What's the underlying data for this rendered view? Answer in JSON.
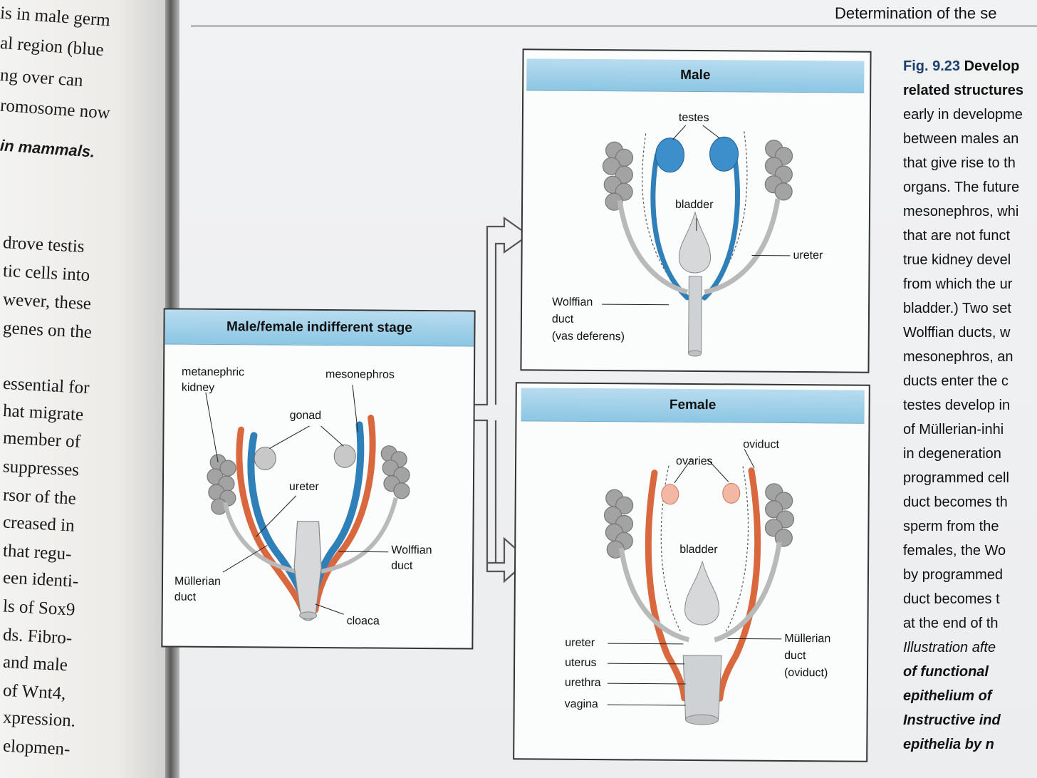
{
  "running_head": "Determination of the se",
  "left_page": {
    "lines": [
      {
        "text": "is in male germ",
        "style": "serif"
      },
      {
        "text": "al region (blue",
        "style": "serif"
      },
      {
        "text": "ng over can",
        "style": "serif"
      },
      {
        "text": "romosome now",
        "style": "serif"
      },
      {
        "text": "in mammals.",
        "style": "bolditalic"
      },
      {
        "text": "drove testis",
        "style": "serif"
      },
      {
        "text": "tic cells into",
        "style": "serif"
      },
      {
        "text": "wever, these",
        "style": "serif"
      },
      {
        "text": "genes on the",
        "style": "serif"
      },
      {
        "text": "essential for",
        "style": "serif"
      },
      {
        "text": "hat migrate",
        "style": "serif"
      },
      {
        "text": "member of",
        "style": "serif"
      },
      {
        "text": "suppresses",
        "style": "serif"
      },
      {
        "text": "rsor of the",
        "style": "serif"
      },
      {
        "text": "creased in",
        "style": "serif"
      },
      {
        "text": "that regu-",
        "style": "serif"
      },
      {
        "text": "een identi-",
        "style": "serif"
      },
      {
        "text": "ls of Sox9",
        "style": "serif"
      },
      {
        "text": "ds. Fibro-",
        "style": "serif"
      },
      {
        "text": "and male",
        "style": "serif"
      },
      {
        "text": "of Wnt4,",
        "style": "serif"
      },
      {
        "text": "xpression.",
        "style": "serif"
      },
      {
        "text": "elopmen-",
        "style": "serif"
      }
    ]
  },
  "panels": {
    "indifferent": {
      "title": "Male/female indifferent stage",
      "labels": {
        "metanephric": "metanephric",
        "kidney": "kidney",
        "mesonephros": "mesonephros",
        "gonad": "gonad",
        "ureter": "ureter",
        "wolffian_1": "Wolffian",
        "wolffian_2": "duct",
        "mullerian_1": "Müllerian",
        "mullerian_2": "duct",
        "cloaca": "cloaca"
      }
    },
    "male": {
      "title": "Male",
      "labels": {
        "testes": "testes",
        "bladder": "bladder",
        "ureter": "ureter",
        "wolffian_1": "Wolffian",
        "wolffian_2": "duct",
        "wolffian_3": "(vas deferens)"
      }
    },
    "female": {
      "title": "Female",
      "labels": {
        "oviduct": "oviduct",
        "ovaries": "ovaries",
        "bladder": "bladder",
        "ureter": "ureter",
        "uterus": "uterus",
        "urethra": "urethra",
        "vagina": "vagina",
        "mullerian_1": "Müllerian",
        "mullerian_2": "duct",
        "mullerian_3": "(oviduct)"
      }
    }
  },
  "caption": {
    "fig_number": "Fig. 9.23",
    "lines": [
      {
        "text": "Develop",
        "style": "bold",
        "lead": true
      },
      {
        "text": "related structures",
        "style": "bold"
      },
      {
        "text": "early in developme",
        "style": "normal"
      },
      {
        "text": "between males an",
        "style": "normal"
      },
      {
        "text": "that give rise to th",
        "style": "normal"
      },
      {
        "text": "organs. The future",
        "style": "normal"
      },
      {
        "text": "mesonephros, whi",
        "style": "normal"
      },
      {
        "text": "that are not funct",
        "style": "normal"
      },
      {
        "text": "true kidney devel",
        "style": "normal"
      },
      {
        "text": "from which the ur",
        "style": "normal"
      },
      {
        "text": "bladder.) Two set",
        "style": "normal"
      },
      {
        "text": "Wolffian ducts, w",
        "style": "normal"
      },
      {
        "text": "mesonephros, an",
        "style": "normal"
      },
      {
        "text": "ducts enter the c",
        "style": "normal"
      },
      {
        "text": "testes develop in",
        "style": "normal"
      },
      {
        "text": "of Müllerian-inhi",
        "style": "normal"
      },
      {
        "text": "in degeneration",
        "style": "normal"
      },
      {
        "text": "programmed cell",
        "style": "normal"
      },
      {
        "text": "duct becomes th",
        "style": "normal"
      },
      {
        "text": "sperm from the",
        "style": "normal"
      },
      {
        "text": "females, the Wo",
        "style": "normal"
      },
      {
        "text": "by programmed",
        "style": "normal"
      },
      {
        "text": "duct becomes t",
        "style": "normal"
      },
      {
        "text": "at the end of th",
        "style": "normal"
      },
      {
        "text": "Illustration afte",
        "style": "italic"
      },
      {
        "text": "of functional",
        "style": "bolditalic"
      },
      {
        "text": "epithelium of",
        "style": "bolditalic"
      },
      {
        "text": "Instructive ind",
        "style": "bolditalic"
      },
      {
        "text": "epithelia by n",
        "style": "bolditalic"
      }
    ]
  },
  "colors": {
    "title_bar": "#8cc6e3",
    "wolffian_duct": "#2f7fb8",
    "mullerian_duct": "#d9683f",
    "kidney_gray": "#9e9e9e",
    "bladder_gray": "#cfd2d4",
    "ovary": "#f3b8a4"
  }
}
